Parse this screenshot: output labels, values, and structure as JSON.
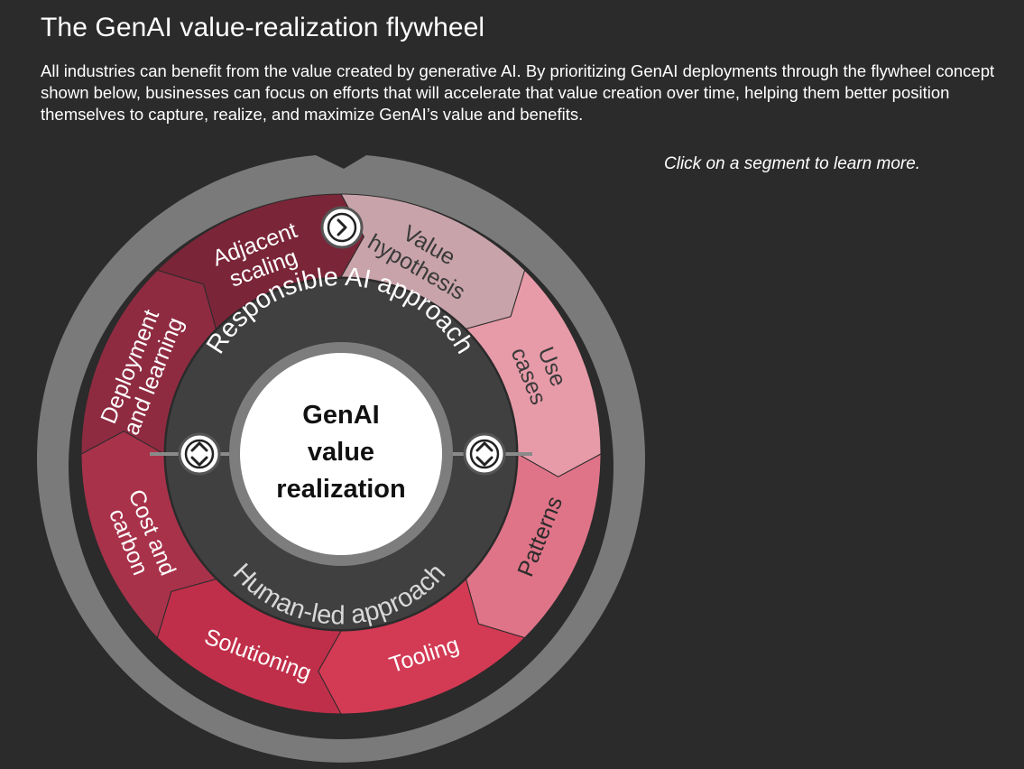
{
  "header": {
    "title": "The GenAI value-realization flywheel",
    "intro": "All industries can benefit from the value created by generative AI. By prioritizing GenAI deployments through the flywheel concept shown below, businesses can focus on efforts that will accelerate that value creation over time, helping them better position themselves to capture, realize, and maximize GenAI’s value and benefits.",
    "hint": "Click on a segment to learn more."
  },
  "flywheel": {
    "center": {
      "lines": [
        "GenAI",
        "value",
        "realization"
      ]
    },
    "ring": {
      "top_label": "Responsible AI approach",
      "bottom_label": "Human-led approach"
    },
    "segments": [
      {
        "id": "value-hypothesis",
        "lines": [
          "Value",
          "hypothesis"
        ],
        "color": "#c9a3aa",
        "text_color": "#3a3a3a"
      },
      {
        "id": "use-cases",
        "lines": [
          "Use",
          "cases"
        ],
        "color": "#e79aa8",
        "text_color": "#3a3a3a"
      },
      {
        "id": "patterns",
        "lines": [
          "Patterns"
        ],
        "color": "#df7488",
        "text_color": "#2b2b2b"
      },
      {
        "id": "tooling",
        "lines": [
          "Tooling"
        ],
        "color": "#d33a54",
        "text_color": "#ffffff"
      },
      {
        "id": "solutioning",
        "lines": [
          "Solutioning"
        ],
        "color": "#c02f4a",
        "text_color": "#ffffff"
      },
      {
        "id": "cost-and-carbon",
        "lines": [
          "Cost and",
          "carbon"
        ],
        "color": "#a8324a",
        "text_color": "#ffffff"
      },
      {
        "id": "deployment-and-learning",
        "lines": [
          "Deployment",
          "and learning"
        ],
        "color": "#8f2b41",
        "text_color": "#ffffff"
      },
      {
        "id": "adjacent-scaling",
        "lines": [
          "Adjacent",
          "scaling"
        ],
        "color": "#7a2538",
        "text_color": "#ffffff"
      }
    ],
    "colors": {
      "outer_ring": "#7a7a7a",
      "inner_ring": "#404040",
      "hub_ring": "#7d7d7d",
      "hub": "#ffffff"
    }
  }
}
